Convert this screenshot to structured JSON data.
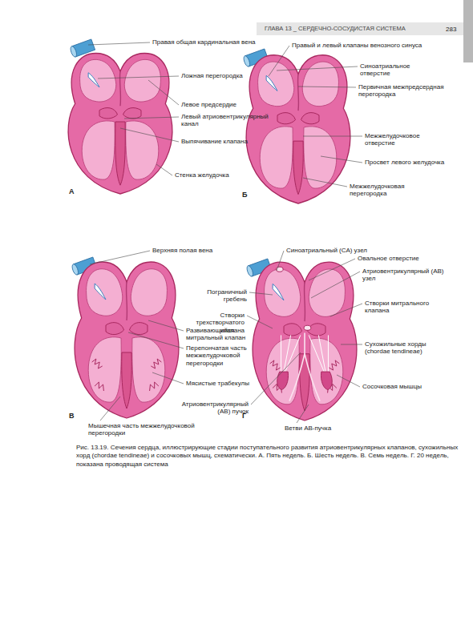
{
  "diagram": {
    "caption": "Рис. 13.19. Сечения сердца, иллюстрирующие стадии поступательного развития атриовентрикулярных клапанов, сухожильных хорд (chordae tendineae) и сосочковых мышц, схематически. А. Пять недель. Б. Шесть недель. В. Семь недель. Г. 20 недель, показана проводящая система",
    "labels": [
      "ГЛАВА 13 _ СЕРДЕЧНО-СОСУДИСТАЯ СИСТЕМА",
      "283",
      "Правая общая кардинальная вена",
      "Ложная перегородка",
      "Левое предсердие",
      "Левый атриовентрикулярный канал",
      "Выпячивание клапана",
      "Стенка желудочка",
      "А",
      "Правый и левый клапаны венозного синуса",
      "Синоатриальное отверстие",
      "Первичная межпредсердная перегородка",
      "Межжелудочковое отверстие",
      "Просвет левого желудочка",
      "Межжелудочковая перегородка",
      "Б",
      "Верхняя полая вена",
      "Развивающийся митральный клапан",
      "Перепончатая часть межжелудочковой перегородки",
      "Мясистые трабекулы",
      "Мышечная часть межжелудочковой перегородки",
      "В",
      "Синоатриальный (СА) узел",
      "Овальное отверстие",
      "Атриовентрикулярный (АВ) узел",
      "Пограничный гребень",
      "Створки митрального клапана",
      "Створки трехстворчатого клапана",
      "Сухожильные хорды (chordae tendineae)",
      "Сосочковая мышцы",
      "Атриовентрикулярный (АВ) пучок",
      "Ветви АВ-пучка",
      "Г"
    ]
  }
}
